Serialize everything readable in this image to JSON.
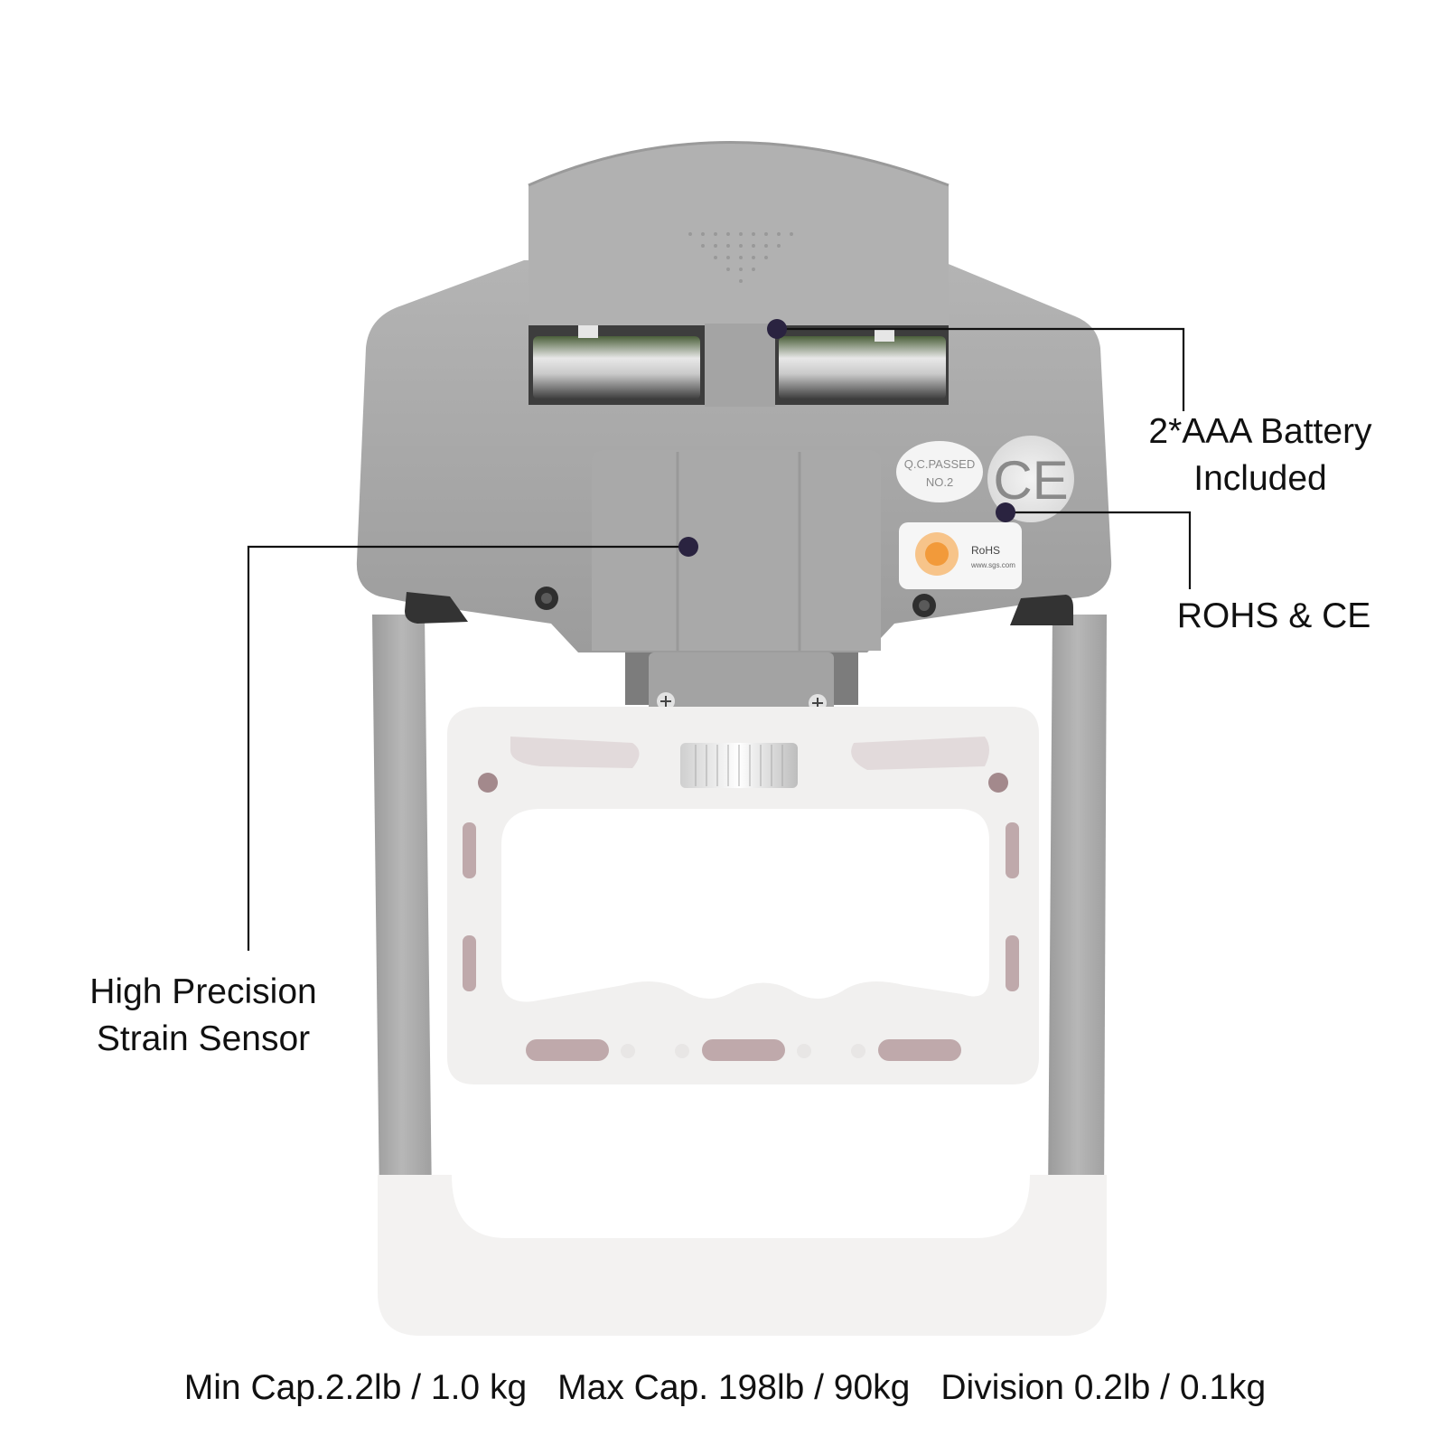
{
  "callouts": {
    "battery": {
      "line1": "2*AAA  Battery",
      "line2": "Included"
    },
    "certification": {
      "text": "ROHS & CE"
    },
    "sensor": {
      "line1": "High Precision",
      "line2": "Strain Sensor"
    }
  },
  "specs": {
    "min_cap": "Min Cap.2.2lb / 1.0 kg",
    "max_cap": "Max Cap. 198lb / 90kg",
    "division": "Division 0.2lb / 0.1kg"
  },
  "product_marks": {
    "qc_sticker_line1": "Q.C.PASSED",
    "qc_sticker_line2": "NO.2",
    "ce_mark": "CE",
    "rohs_sticker": "RoHS",
    "rohs_url": "www.sgs.com"
  },
  "colors": {
    "body_gray": "#a6a6a6",
    "handle_white": "#f1f0ef",
    "slot_mauve": "#bfa9ab",
    "leader_line": "#111111",
    "leader_dot": "#2a2340"
  }
}
